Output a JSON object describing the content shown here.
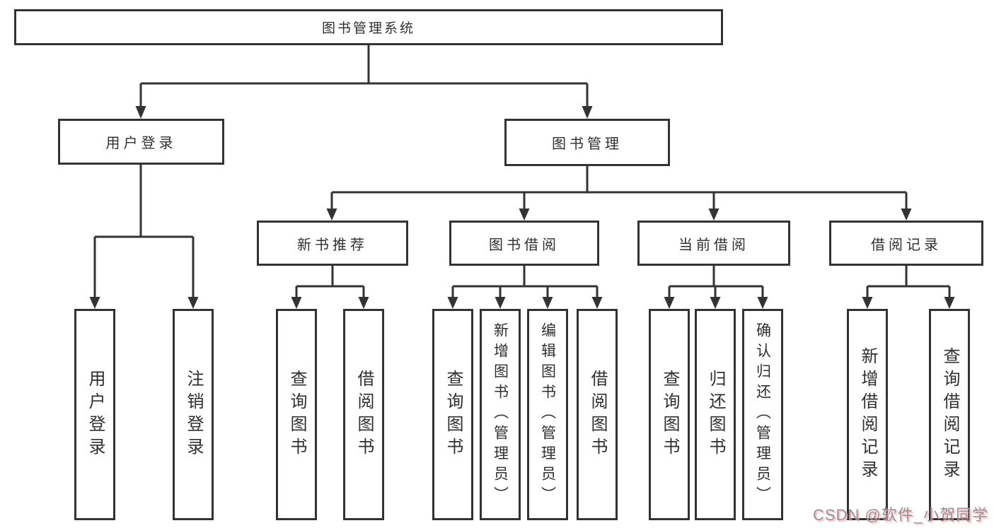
{
  "colors": {
    "background": "#ffffff",
    "line": "#333333",
    "box_border": "#333333",
    "box_fill": "#ffffff",
    "text": "#2f2f2f",
    "watermark_text": "#939393",
    "watermark_shadow": "#ffa0ac"
  },
  "diagram": {
    "root": {
      "label": "图书管理系统"
    },
    "user_login": {
      "label": "用户登录",
      "leaves": [
        "用户登录",
        "注销登录"
      ]
    },
    "book_management": {
      "label": "图书管理",
      "modules": {
        "new_books": {
          "label": "新书推荐",
          "leaves": [
            "查询图书",
            "借阅图书"
          ]
        },
        "book_borrowing": {
          "label": "图书借阅",
          "leaves": [
            "查询图书",
            "新增图书（管理员）",
            "编辑图书（管理员）",
            "借阅图书"
          ]
        },
        "current_borrowing": {
          "label": "当前借阅",
          "leaves": [
            "查询图书",
            "归还图书",
            "确认归还（管理员）"
          ]
        },
        "borrowing_records": {
          "label": "借阅记录",
          "leaves": [
            "新增借阅记录",
            "查询借阅记录"
          ]
        }
      }
    }
  },
  "watermark": {
    "text": "CSDN @软件_小贺同学"
  }
}
